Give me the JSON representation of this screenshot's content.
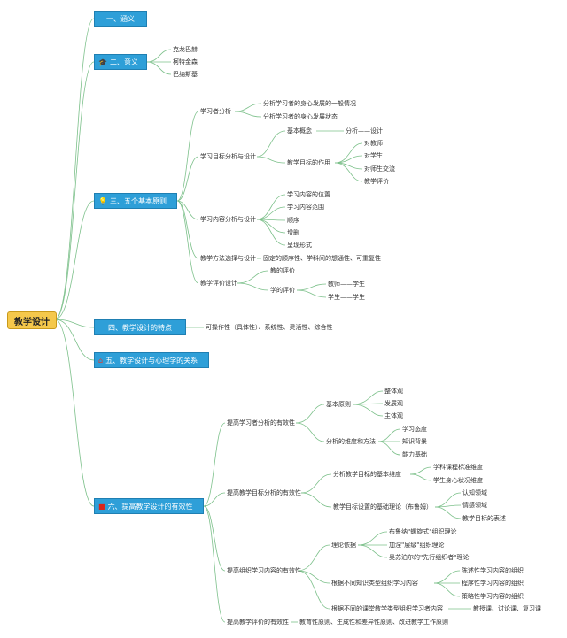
{
  "root": "教学设计",
  "branches": [
    {
      "label": "一、涵义",
      "icon": ""
    },
    {
      "label": "二、意义",
      "icon": "hat-icon"
    },
    {
      "label": "三、五个基本原则",
      "icon": "lightbulb-icon"
    },
    {
      "label": "四、教学设计的特点",
      "icon": ""
    },
    {
      "label": "五、教学设计与心理学的关系",
      "icon": "house-icon"
    },
    {
      "label": "六、提高教学设计的有效性",
      "icon": "flag-icon"
    }
  ],
  "b2": [
    "克龙巴赫",
    "柯特金森",
    "巴纳斯基"
  ],
  "b3": {
    "learner": "学习者分析",
    "learner_items": [
      "分析学习者的身心发展的一般情况",
      "分析学习者的身心发展状态"
    ],
    "goal": "学习目标分析与设计",
    "goal_concept": "基本概念",
    "goal_concept_val": "分析——设计",
    "goal_role": "教学目标的作用",
    "goal_role_items": [
      "对教师",
      "对学生",
      "对师生交流",
      "教学评价"
    ],
    "content": "学习内容分析与设计",
    "content_items": [
      "学习内容的位置",
      "学习内容范围",
      "顺序",
      "增删",
      "呈现形式"
    ],
    "method": "教学方法选择与设计",
    "method_val": "固定的顺序性、学科间的想通性、可重复性",
    "eval": "教学评价设计",
    "eval_teach": "教的评价",
    "eval_learn": "学的评价",
    "eval_learn_items": [
      "教师——学生",
      "学生——学生"
    ]
  },
  "b4_val": "可操作性（具体性）、系统性、灵活性、综合性",
  "b6": {
    "s1": "提高学习者分析的有效性",
    "s1a": "基本原则",
    "s1a_items": [
      "整体观",
      "发展观",
      "主体观"
    ],
    "s1b": "分析的维度和方法",
    "s1b_items": [
      "学习态度",
      "知识背景",
      "能力基础"
    ],
    "s2": "提高教学目标分析的有效性",
    "s2a": "分析教学目标的基本维度",
    "s2a_items": [
      "学科课程标准维度",
      "学生身心状况维度"
    ],
    "s2b": "教学目标设置的基础理论（布鲁姆）",
    "s2b_items": [
      "认知领域",
      "情感领域",
      "教学目标的表述"
    ],
    "s3": "提高组织学习内容的有效性",
    "s3a": "理论依据",
    "s3a_items": [
      "布鲁纳\"螺旋式\"组织理论",
      "加涅\"层级\"组织理论",
      "奥苏泊尔的\"先行组织者\"理论"
    ],
    "s3b": "根据不同知识类型组织学习内容",
    "s3b_items": [
      "陈述性学习内容的组织",
      "程序性学习内容的组织",
      "策略性学习内容的组织"
    ],
    "s3c": "根据不同的课堂教学类型组织学习者内容",
    "s3c_val": "教授课、讨论课、复习课",
    "s4": "提高教学评价的有效性",
    "s4_val": "教育性原则、生成性和差异性原则、改进教学工作原则"
  }
}
